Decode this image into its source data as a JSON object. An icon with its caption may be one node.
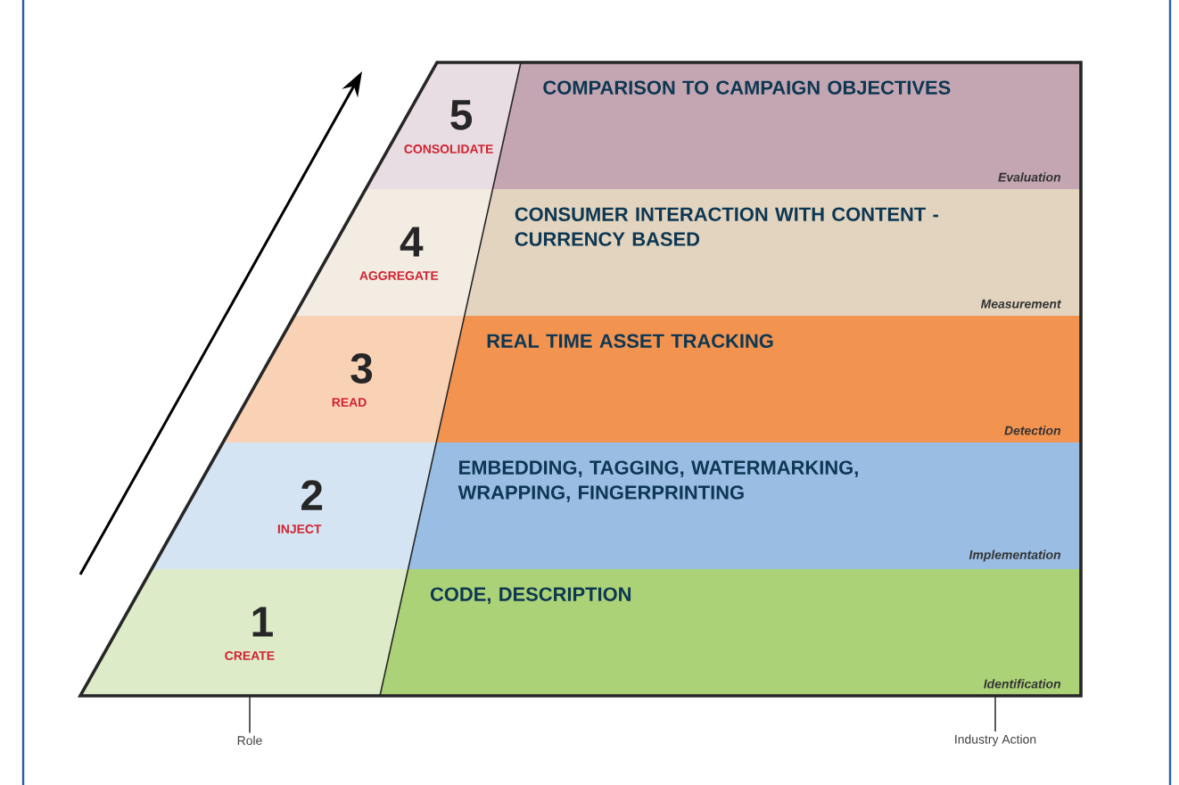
{
  "diagram": {
    "nodes": [
      {
        "text": [
          "5",
          "CONSOLIDATE"
        ]
      },
      {
        "text": [
          "COMPARISON TO CAMPAIGN OBJECTIVES",
          "Evaluation"
        ]
      },
      {
        "text": [
          "4",
          "AGGREGATE"
        ]
      },
      {
        "text": [
          "CONSUMER INTERACTION WITH CONTENT - CURRENCY BASED",
          "Measurement"
        ]
      },
      {
        "text": [
          "3",
          "READ"
        ]
      },
      {
        "text": [
          "REAL TIME ASSET TRACKING",
          "Detection"
        ]
      },
      {
        "text": [
          "2",
          "INJECT"
        ]
      },
      {
        "text": [
          "EMBEDDING, TAGGING, WATERMARKING, WRAPPING, FINGERPRINTING",
          "Implementation"
        ]
      },
      {
        "text": [
          "1",
          "CREATE"
        ]
      },
      {
        "text": [
          "CODE, DESCRIPTION",
          "Identification"
        ]
      },
      {
        "text": [
          "Role"
        ]
      },
      {
        "text": [
          "Industry Action"
        ]
      }
    ],
    "edges": [
      {
        "from": 10,
        "to": 8,
        "arrow": "none"
      },
      {
        "from": 11,
        "to": 9,
        "arrow": "none"
      }
    ]
  }
}
